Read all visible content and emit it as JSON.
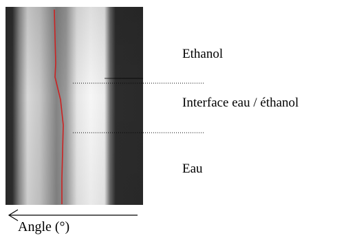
{
  "labels": {
    "ethanol": "Ethanol",
    "interface": "Interface eau / éthanol",
    "eau": "Eau",
    "axis": "Angle (°)"
  },
  "colors": {
    "trace": "#cc2222",
    "dark_background": "#2b2b2b",
    "bright_band": "#f4f4f4"
  }
}
